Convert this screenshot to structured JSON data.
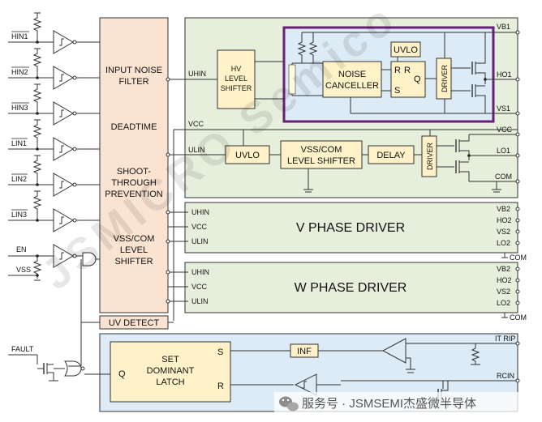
{
  "watermark": "JSMICRO Semico",
  "inputs": {
    "hin1": "HIN1",
    "hin2": "HIN2",
    "hin3": "HIN3",
    "lin1": "LIN1",
    "lin2": "LIN2",
    "lin3": "LIN3",
    "en": "EN",
    "vss": "VSS",
    "fault": "FAULT"
  },
  "input_block": {
    "line1": "INPUT NOISE",
    "line2": "FILTER",
    "deadtime": "DEADTIME",
    "shoot1": "SHOOT-",
    "shoot2": "THROUGH",
    "shoot3": "PREVENTION",
    "vsscom1": "VSS/COM",
    "vsscom2": "LEVEL",
    "vsscom3": "SHIFTER"
  },
  "u_phase": {
    "uhin": "UHIN",
    "vcc": "VCC",
    "ulin": "ULIN",
    "hv1": "HV",
    "hv2": "LEVEL",
    "hv3": "SHIFTER",
    "uvlo_high": "UVLO",
    "noise1": "NOISE",
    "noise2": "CANCELLER",
    "latch_r": "R",
    "latch_rr": "R",
    "latch_q": "Q",
    "latch_s": "S",
    "driver_high": "DRIVER",
    "vb1": "VB1",
    "ho1": "HO1",
    "vs1": "VS1",
    "uvlo_low": "UVLO",
    "ls1": "VSS/COM",
    "ls2": "LEVEL SHIFTER",
    "delay": "DELAY",
    "driver_low": "DRIVER",
    "vcc_out": "VCC",
    "lo1": "LO1",
    "com": "COM"
  },
  "v_phase": {
    "title": "V PHASE DRIVER",
    "uhin": "UHIN",
    "vcc": "VCC",
    "ulin": "ULIN",
    "vb2": "VB2",
    "ho2": "HO2",
    "vs2": "VS2",
    "lo2": "LO2",
    "com": "COM"
  },
  "w_phase": {
    "title": "W PHASE DRIVER",
    "uhin": "UHIN",
    "vcc": "VCC",
    "ulin": "ULIN",
    "vb2": "VB2",
    "ho2": "HO2",
    "vs2": "VS2",
    "lo2": "LO2",
    "com": "COM"
  },
  "uv_detect": "UV DETECT",
  "fault_block": {
    "set1": "SET",
    "set2": "DOMINANT",
    "set3": "LATCH",
    "s": "S",
    "q": "Q",
    "r": "R",
    "inf": "INF",
    "itrip": "IT RIP",
    "rcin": "RCIN"
  },
  "footer": "服务号 · JSMSEMI杰盛微半导体",
  "colors": {
    "orange_block": "#fbe3d2",
    "green_block": "#e6efdc",
    "blue_block": "#dcebf6",
    "yellow_block": "#fff2c9",
    "purple_frame": "#6b1e78"
  }
}
